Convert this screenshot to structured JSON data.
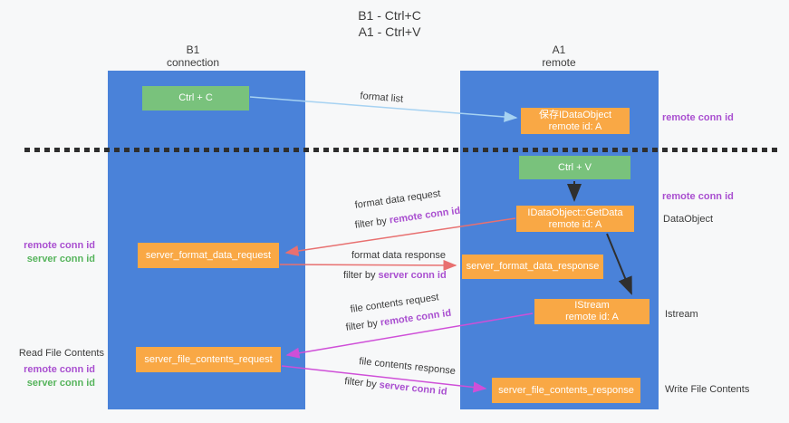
{
  "title": {
    "line1": "B1 - Ctrl+C",
    "line2": "A1 - Ctrl+V"
  },
  "columns": {
    "left": {
      "name": "B1",
      "role": "connection"
    },
    "right": {
      "name": "A1",
      "role": "remote"
    }
  },
  "boxes": {
    "ctrl_c": "Ctrl + C",
    "ctrl_v": "Ctrl + V",
    "save_dataobject": {
      "line1": "保存IDataObject",
      "line2": "remote id: A"
    },
    "getdata": {
      "line1": "IDataObject::GetData",
      "line2": "remote id: A"
    },
    "istream": {
      "line1": "IStream",
      "line2": "remote id: A"
    },
    "server_format_data_request": "server_format_data_request",
    "server_format_data_response": "server_format_data_response",
    "server_file_contents_request": "server_file_contents_request",
    "server_file_contents_response": "server_file_contents_response"
  },
  "arrow_labels": {
    "format_list": "format list",
    "format_data_request": "format data request",
    "format_data_request_filter_prefix": "filter by ",
    "format_data_request_filter_id": "remote conn id",
    "format_data_response": "format data response",
    "format_data_response_filter_prefix": "filter by ",
    "format_data_response_filter_id": "server conn id",
    "file_contents_request": "file contents request",
    "file_contents_request_filter_prefix": "filter by ",
    "file_contents_request_filter_id": "remote conn id",
    "file_contents_response": "file contents response",
    "file_contents_response_filter_prefix": "filter by ",
    "file_contents_response_filter_id": "server conn id"
  },
  "side_labels": {
    "right_remote_conn_id_top": "remote conn id",
    "right_remote_conn_id_mid": "remote conn id",
    "dataobject": "DataObject",
    "istream": "Istream",
    "write_file_contents": "Write File Contents",
    "left_remote_conn_id_top": "remote conn id",
    "left_server_conn_id_top": "server conn id",
    "read_file_contents": "Read File Contents",
    "left_remote_conn_id_bottom": "remote conn id",
    "left_server_conn_id_bottom": "server conn id"
  },
  "colors": {
    "column_blue": "#4a82d9",
    "box_green": "#79c27c",
    "box_orange": "#f9a845",
    "label_purple": "#a94fd0",
    "label_green": "#56b45c",
    "arrow_red": "#e87070",
    "arrow_magenta": "#cf4fd8",
    "arrow_lightblue": "#a6d2f2",
    "arrow_black": "#2f2f2f"
  }
}
